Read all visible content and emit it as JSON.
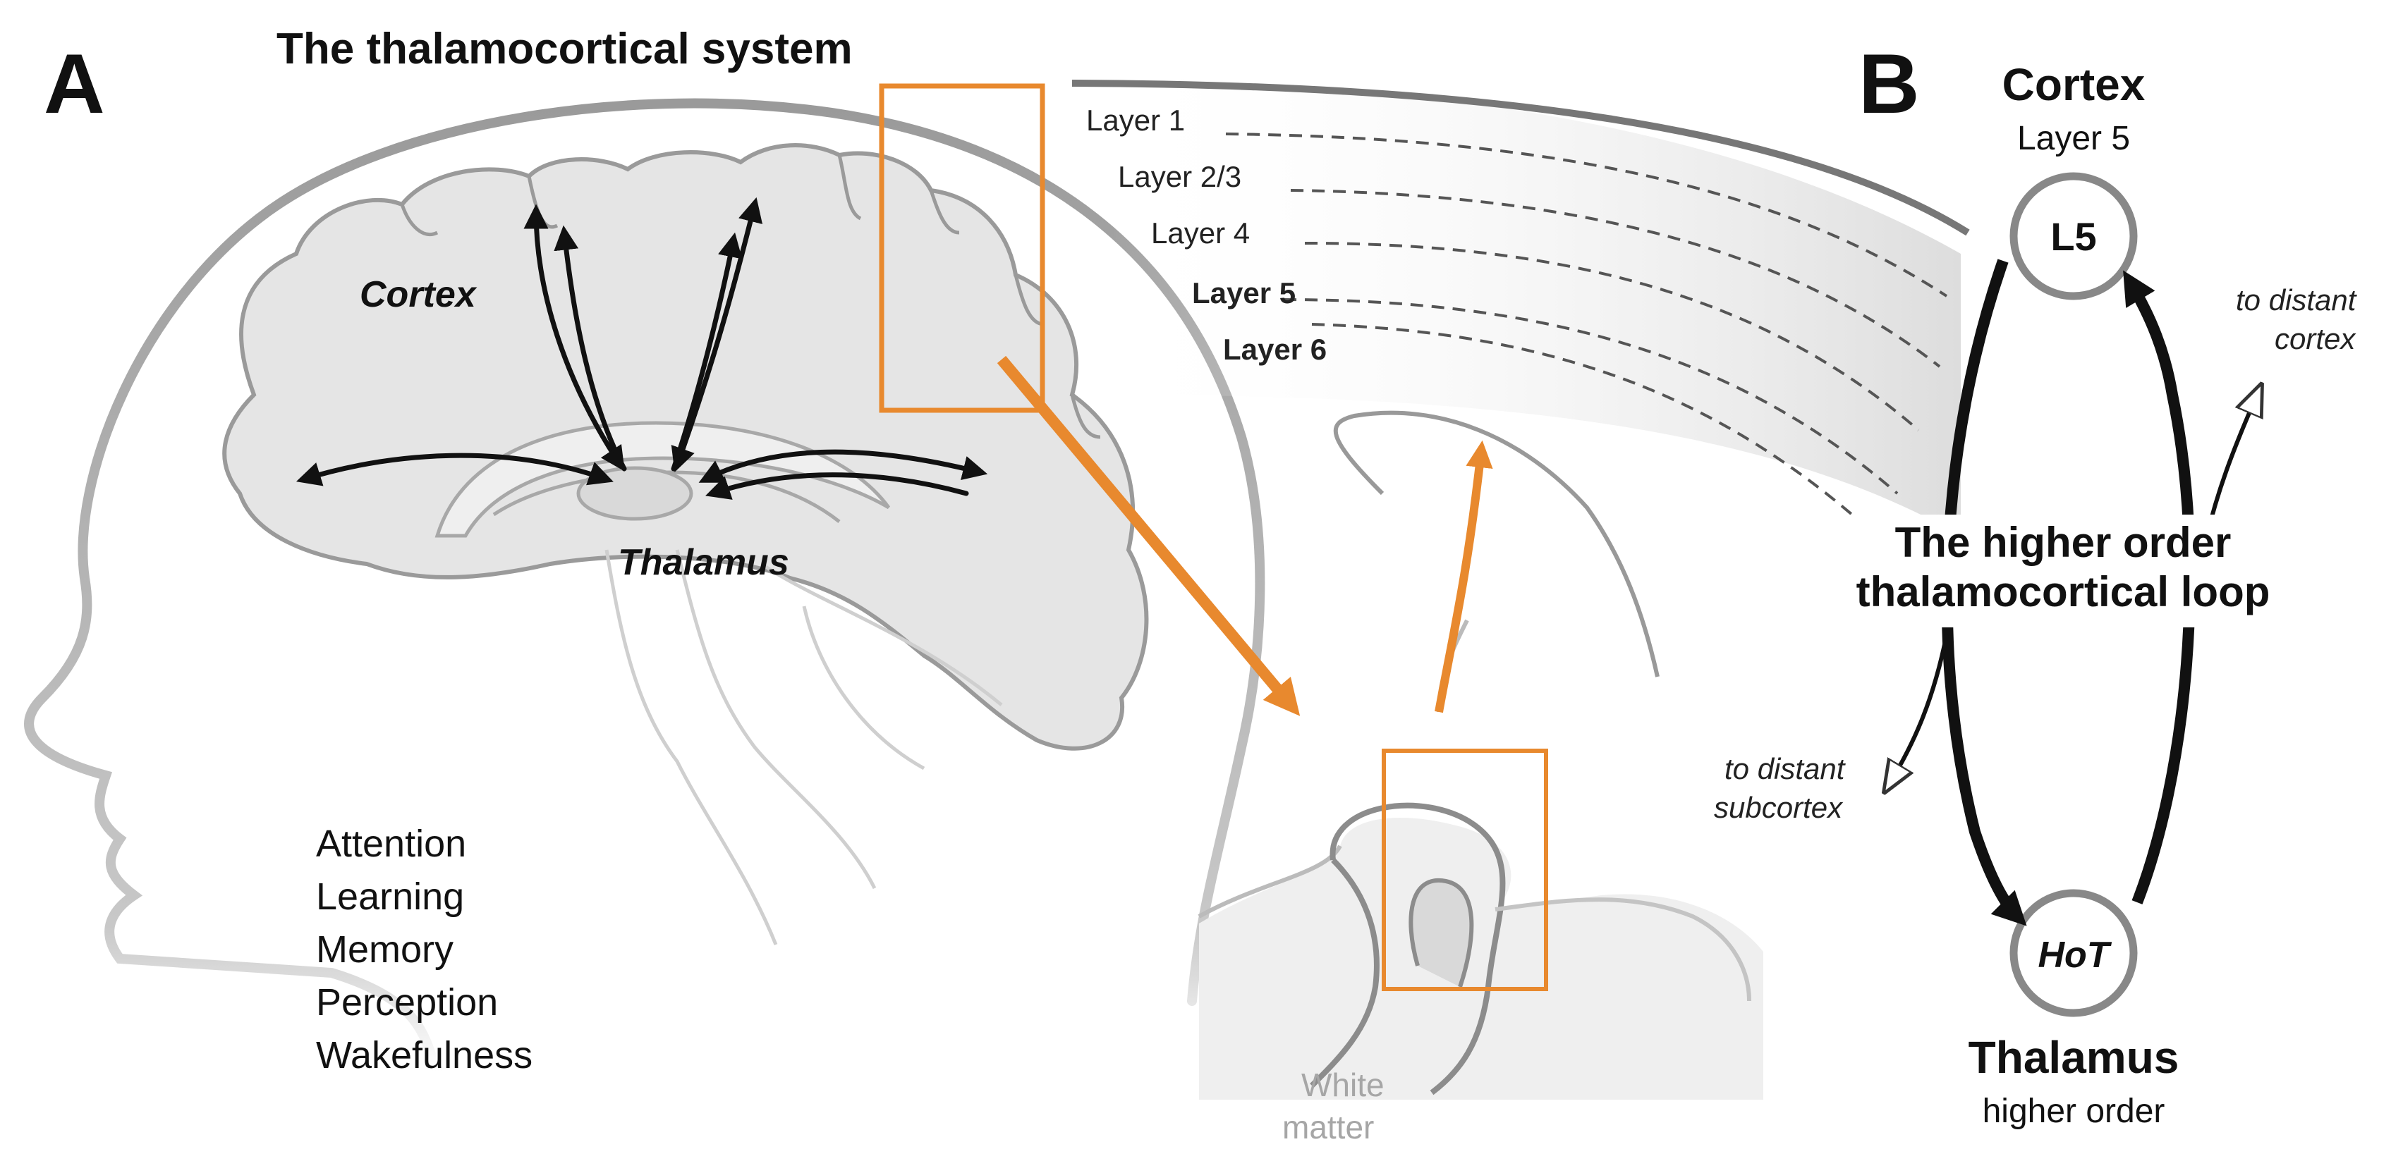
{
  "panel_a": {
    "letter": "A",
    "title": "The thalamocortical system",
    "cortex_label": "Cortex",
    "thalamus_label": "Thalamus",
    "functions": [
      "Attention",
      "Learning",
      "Memory",
      "Perception",
      "Wakefulness"
    ],
    "layers": [
      "Layer 1",
      "Layer 2/3",
      "Layer 4",
      "Layer 5",
      "Layer 6"
    ],
    "white_matter": [
      "White",
      "matter"
    ],
    "colors": {
      "zoom_box": "#e8892e",
      "brain_fill": "#e5e5e5",
      "outline": "#9a9a9a"
    }
  },
  "panel_b": {
    "letter": "B",
    "cortex_title": "Cortex",
    "cortex_sub": "Layer 5",
    "l5_node": "L5",
    "hot_node": "HoT",
    "loop_line1": "The higher order",
    "loop_line2": "thalamocortical loop",
    "to_cortex_line1": "to distant",
    "to_cortex_line2": "cortex",
    "to_subcortex_line1": "to distant",
    "to_subcortex_line2": "subcortex",
    "thalamus_title": "Thalamus",
    "thalamus_sub": "higher order"
  }
}
